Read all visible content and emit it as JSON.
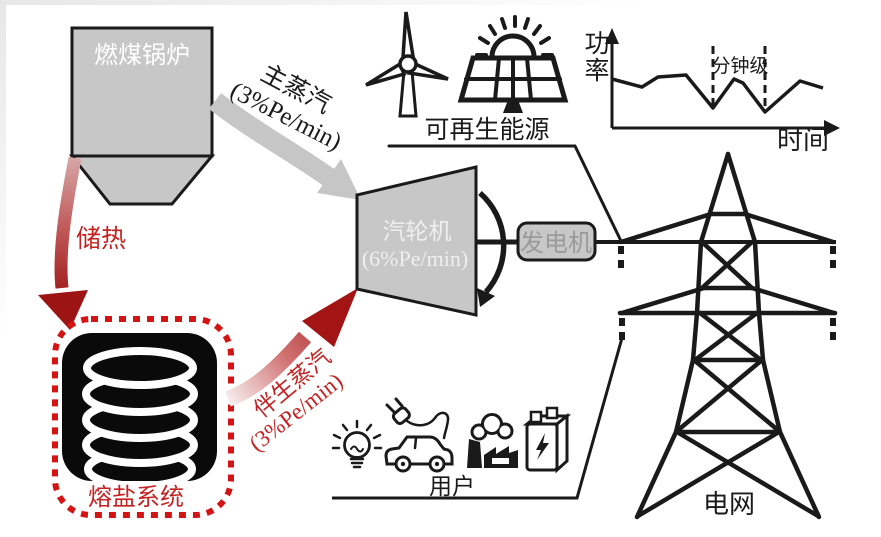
{
  "colors": {
    "red": "#c32323",
    "dark_red": "#9c1616",
    "light_red": "#d8a8a8",
    "gray_fill": "#c7c7c7",
    "arrow_gray": "#c6c6c6",
    "ink": "#1a1a1a",
    "turbine_text": "#efefef",
    "generator_text": "#9a9a9a"
  },
  "boiler": {
    "label": "燃煤锅炉"
  },
  "heat_storage": {
    "label": "储热"
  },
  "molten_salt": {
    "label": "熔盐系统"
  },
  "main_steam": {
    "label": "主蒸汽",
    "rate": "(3%Pe/min)"
  },
  "associated_steam": {
    "label": "伴生蒸汽",
    "rate": "(3%Pe/min)"
  },
  "turbine": {
    "label": "汽轮机",
    "rate": "(6%Pe/min)"
  },
  "generator": {
    "label": "发电机"
  },
  "renewable": {
    "label": "可再生能源"
  },
  "users": {
    "label": "用户"
  },
  "grid": {
    "label": "电网"
  },
  "chart_data": {
    "type": "line",
    "ylabel_top": "功",
    "ylabel_bottom": "率",
    "xlabel": "时间",
    "annotation": "分钟级",
    "curve_points": [
      [
        612,
        79
      ],
      [
        642,
        87
      ],
      [
        658,
        77
      ],
      [
        686,
        75
      ],
      [
        713,
        108
      ],
      [
        734,
        79
      ],
      [
        743,
        83
      ],
      [
        765,
        112
      ],
      [
        800,
        81
      ],
      [
        823,
        88
      ]
    ],
    "dashed_marker_x": [
      713,
      765
    ]
  }
}
